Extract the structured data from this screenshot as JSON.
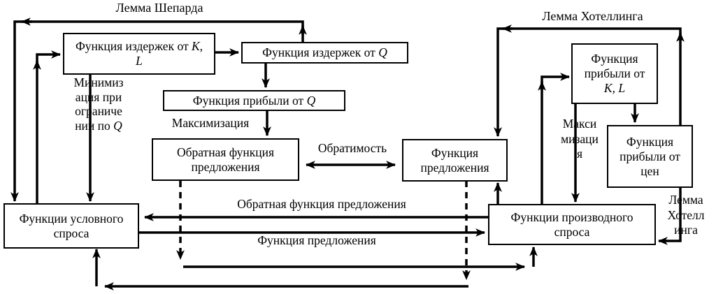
{
  "lemmas": {
    "shepard": "Лемма Шепарда",
    "hotelling": "Лемма Хотеллинга",
    "hotelling2": {
      "l1": "Лемма",
      "l2": "Хотелл",
      "l3": "инга"
    }
  },
  "boxes": {
    "cost_kl": {
      "l1a": "Функция издержек от ",
      "l1b": "K,",
      "l2": "L"
    },
    "cost_q": {
      "a": "Функция издержек от ",
      "b": "Q"
    },
    "profit_q": {
      "a": "Функция прибыли от ",
      "b": "Q"
    },
    "inv_supply": {
      "l1": "Обратная функция",
      "l2": "предложения"
    },
    "supply": {
      "l1": "Функция",
      "l2": "предложения"
    },
    "cond_demand": {
      "l1": "Функции условного",
      "l2": "спроса"
    },
    "profit_kl": {
      "l1": "Функция",
      "l2": "прибыли от",
      "l3": "K, L"
    },
    "profit_prices": {
      "l1": "Функция",
      "l2": "прибыли от",
      "l3": "цен"
    },
    "deriv_demand": {
      "l1": "Функции производного",
      "l2": "спроса"
    }
  },
  "labels": {
    "minimization": {
      "l1": "Минимиз",
      "l2": "ация при",
      "l3": "ограниче",
      "l4a": "нии по ",
      "l4b": "Q"
    },
    "maximization": "Максимизация",
    "maximization2": {
      "l1": "Макси",
      "l2": "мизаци",
      "l3": "я"
    },
    "invertibility": "Обратимость",
    "inv_supply_line": "Обратная функция предложения",
    "supply_line": "Функция предложения"
  },
  "colors": {
    "line": "#000000",
    "background": "#ffffff"
  }
}
